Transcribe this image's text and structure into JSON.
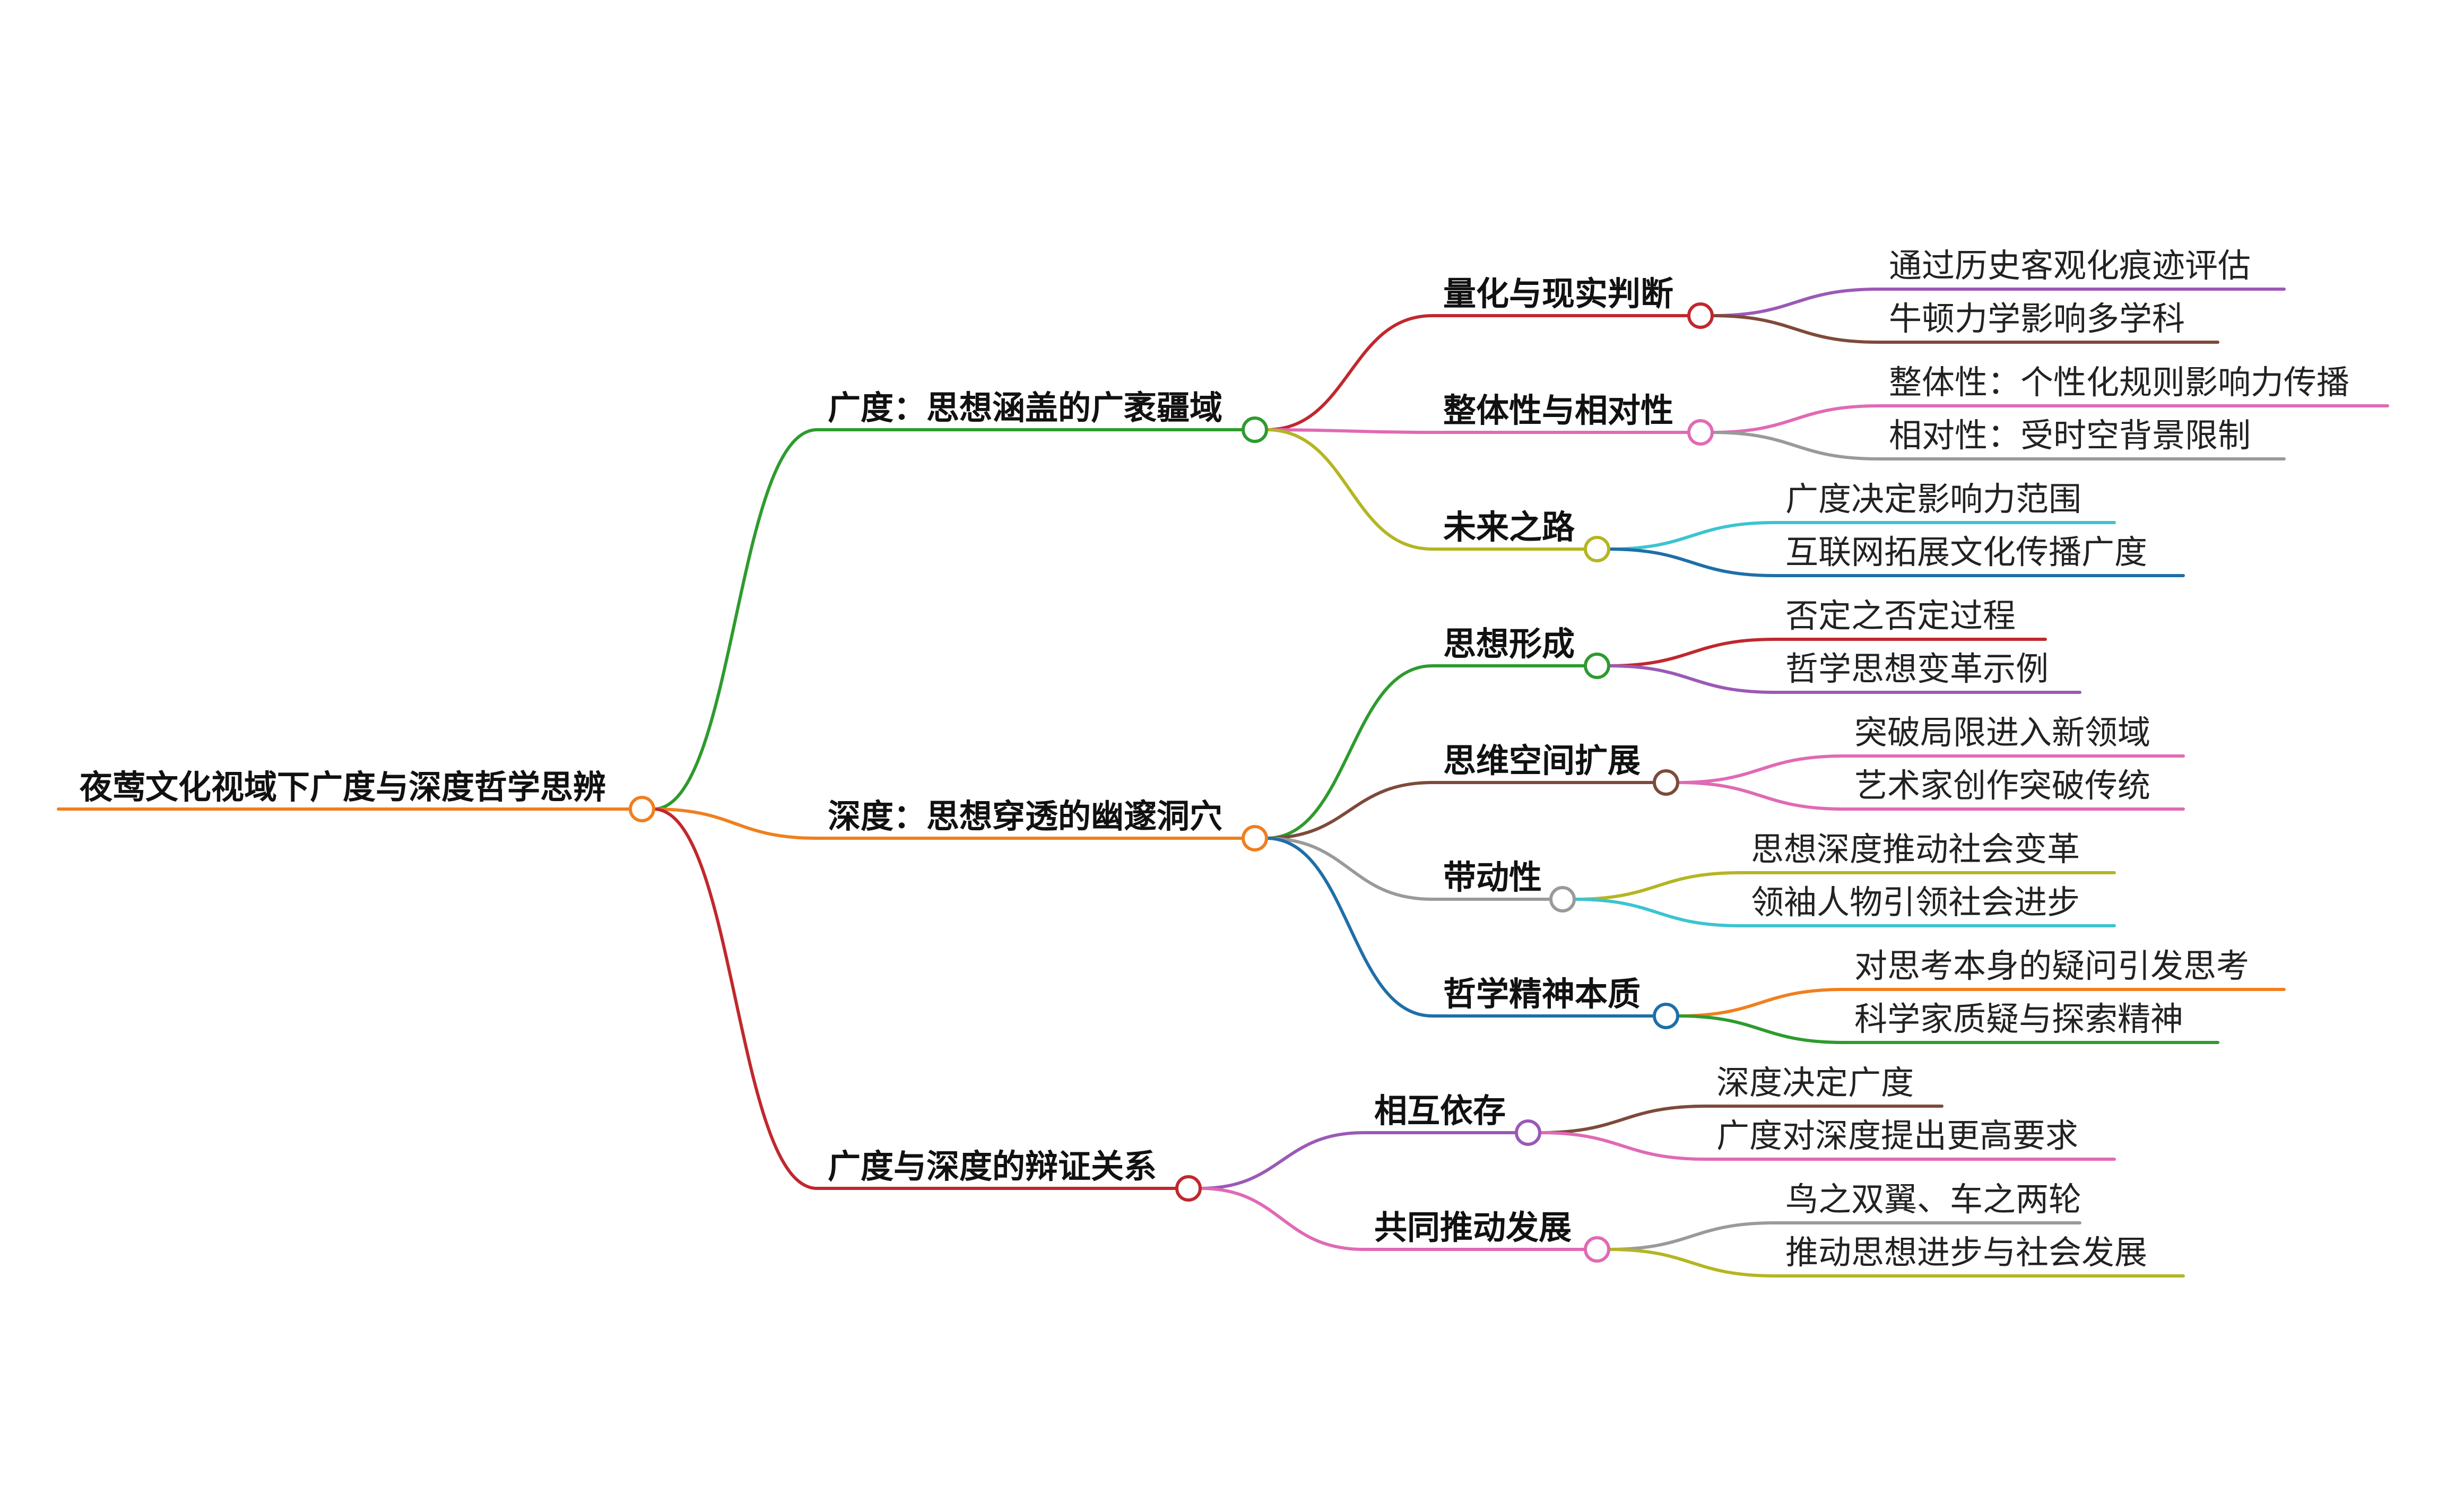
{
  "root": {
    "label": "夜莺文化视域下广度与深度哲学思辨",
    "color": "#F07F1E"
  },
  "branches": [
    {
      "label": "广度：思想涵盖的广袤疆域",
      "color": "#2E9B2E",
      "children": [
        {
          "label": "量化与现实判断",
          "color": "#C0282E",
          "leaves": [
            {
              "label": "通过历史客观化痕迹评估",
              "color": "#9B59B6"
            },
            {
              "label": "牛顿力学影响多学科",
              "color": "#7E4A3A"
            }
          ]
        },
        {
          "label": "整体性与相对性",
          "color": "#E06AB4",
          "leaves": [
            {
              "label": "整体性：个性化规则影响力传播",
              "color": "#E06AB4"
            },
            {
              "label": "相对性：受时空背景限制",
              "color": "#9A9A9A"
            }
          ]
        },
        {
          "label": "未来之路",
          "color": "#B5B522",
          "leaves": [
            {
              "label": "广度决定影响力范围",
              "color": "#3CC4D0"
            },
            {
              "label": "互联网拓展文化传播广度",
              "color": "#1E6FA8"
            }
          ]
        }
      ]
    },
    {
      "label": "深度：思想穿透的幽邃洞穴",
      "color": "#F07F1E",
      "children": [
        {
          "label": "思想形成",
          "color": "#2E9B2E",
          "leaves": [
            {
              "label": "否定之否定过程",
              "color": "#C0282E"
            },
            {
              "label": "哲学思想变革示例",
              "color": "#9B59B6"
            }
          ]
        },
        {
          "label": "思维空间扩展",
          "color": "#7E4A3A",
          "leaves": [
            {
              "label": "突破局限进入新领域",
              "color": "#E06AB4"
            },
            {
              "label": "艺术家创作突破传统",
              "color": "#E06AB4"
            }
          ]
        },
        {
          "label": "带动性",
          "color": "#9A9A9A",
          "leaves": [
            {
              "label": "思想深度推动社会变革",
              "color": "#B5B522"
            },
            {
              "label": "领袖人物引领社会进步",
              "color": "#3CC4D0"
            }
          ]
        },
        {
          "label": "哲学精神本质",
          "color": "#1E6FA8",
          "leaves": [
            {
              "label": "对思考本身的疑问引发思考",
              "color": "#F07F1E"
            },
            {
              "label": "科学家质疑与探索精神",
              "color": "#2E9B2E"
            }
          ]
        }
      ]
    },
    {
      "label": "广度与深度的辩证关系",
      "color": "#C0282E",
      "children": [
        {
          "label": "相互依存",
          "color": "#9B59B6",
          "leaves": [
            {
              "label": "深度决定广度",
              "color": "#7E4A3A"
            },
            {
              "label": "广度对深度提出更高要求",
              "color": "#E06AB4"
            }
          ]
        },
        {
          "label": "共同推动发展",
          "color": "#E06AB4",
          "leaves": [
            {
              "label": "鸟之双翼、车之两轮",
              "color": "#9A9A9A"
            },
            {
              "label": "推动思想进步与社会发展",
              "color": "#B5B522"
            }
          ]
        }
      ]
    }
  ]
}
